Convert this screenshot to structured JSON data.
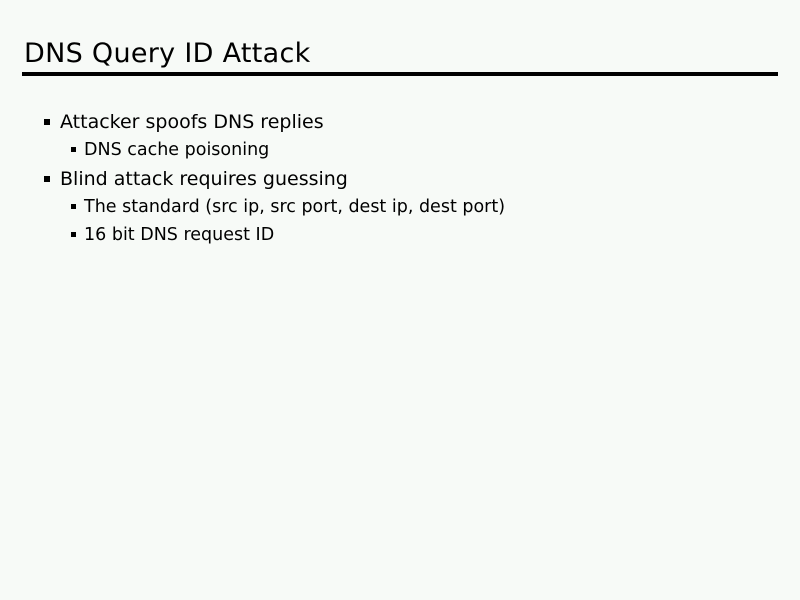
{
  "slide": {
    "title": "DNS Query ID Attack",
    "colors": {
      "background": "#f7faf7",
      "text": "#000000",
      "rule": "#000000"
    },
    "bullets": [
      {
        "level": 1,
        "text": "Attacker spoofs DNS replies"
      },
      {
        "level": 2,
        "text": "DNS cache poisoning"
      },
      {
        "level": 1,
        "text": "Blind attack requires guessing"
      },
      {
        "level": 2,
        "text": "The standard (src ip, src port, dest ip, dest port)"
      },
      {
        "level": 2,
        "text": "16 bit DNS request ID"
      }
    ]
  }
}
